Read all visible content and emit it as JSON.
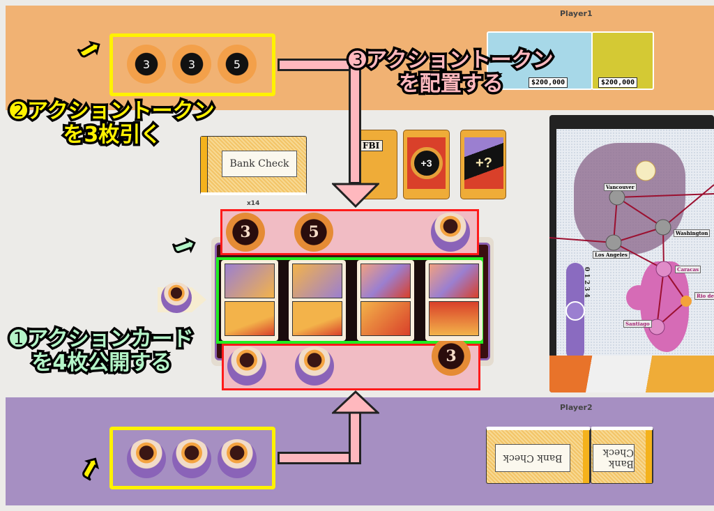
{
  "players": [
    {
      "name": "Player1",
      "tokens": [
        "3",
        "3",
        "5"
      ],
      "checks": [
        {
          "amount": "$200,000",
          "color": "#a7d8e8"
        },
        {
          "amount": "$200,000",
          "color": "#d4c934"
        }
      ]
    },
    {
      "name": "Player2",
      "tokens": [
        "face",
        "face",
        "face"
      ],
      "checks": [
        {
          "label": "Bank Check"
        },
        {
          "label": "Bank Check"
        }
      ]
    }
  ],
  "supply": {
    "bank_check_label": "Bank Check",
    "bank_check_count": "x14",
    "fbi_label": "FBI",
    "plus3_label": "+3",
    "mystery_label": "+?"
  },
  "board": {
    "top_slots": [
      "3",
      "5",
      "face"
    ],
    "bottom_slots": [
      "face",
      "face",
      "3"
    ],
    "cards": [
      "card-1",
      "card-2",
      "card-3",
      "card-4"
    ]
  },
  "map": {
    "cities": [
      "Vancouver",
      "Washington",
      "Los Angeles",
      "Caracas",
      "Rio de Janeiro",
      "Santiago"
    ],
    "track": [
      "0",
      "1",
      "2",
      "3",
      "4"
    ]
  },
  "annotations": {
    "step1_line1": "➊アクションカード",
    "step1_line2": "を4枚公開する",
    "step2_line1": "➋アクショントークン",
    "step2_line2": "を3枚引く",
    "step3_line1": "➌アクショントークン",
    "step3_line2": "を配置する"
  },
  "colors": {
    "player1": "#f1b273",
    "player2": "#a68fc2",
    "highlight_yellow": "#fff200",
    "highlight_red": "#ff1a1a",
    "highlight_green": "#22ee22"
  }
}
